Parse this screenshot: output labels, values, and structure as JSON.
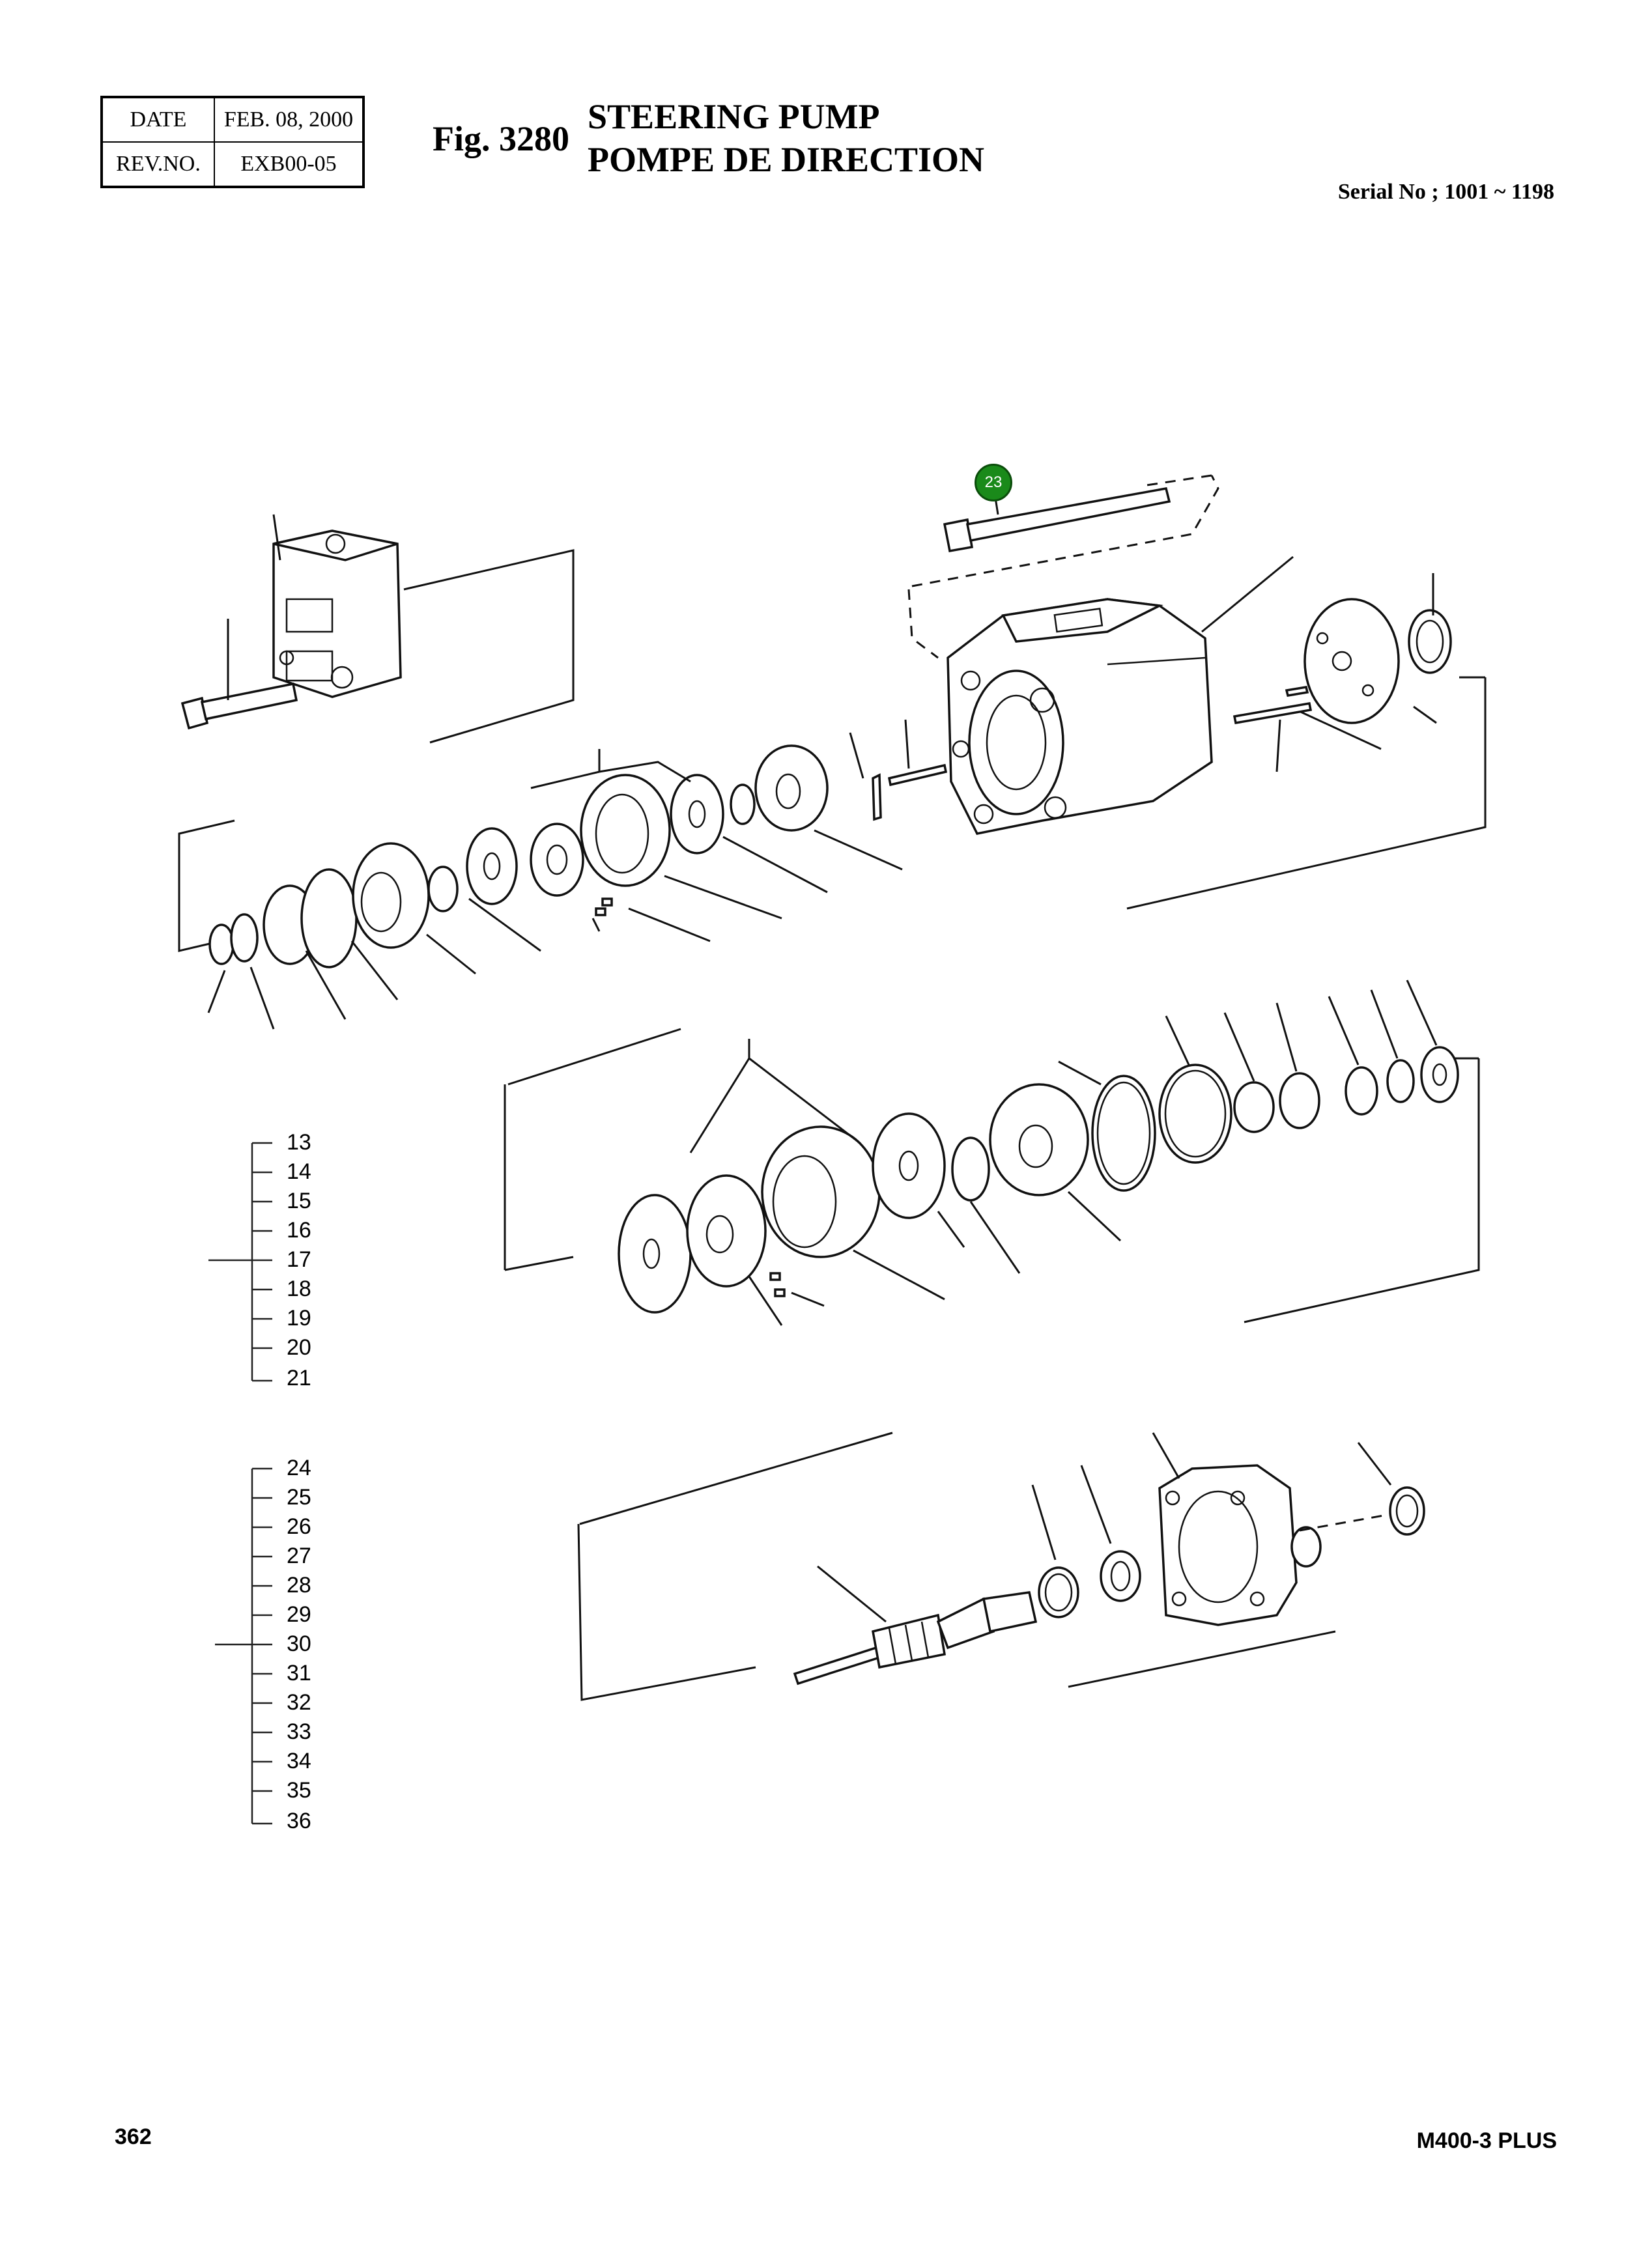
{
  "header": {
    "date_label": "DATE",
    "date_value": "FEB. 08, 2000",
    "rev_label": "REV.NO.",
    "rev_value": "EXB00-05",
    "fig_number": "Fig. 3280",
    "title_en": "STEERING PUMP",
    "title_fr": "POMPE DE DIRECTION",
    "serial": "Serial No ; 1001 ~ 1198"
  },
  "callout": {
    "number": "23",
    "color": "#1a8a1a"
  },
  "brackets": {
    "group_a": [
      "13",
      "14",
      "15",
      "16",
      "17",
      "18",
      "19",
      "20",
      "21"
    ],
    "group_b": [
      "24",
      "25",
      "26",
      "27",
      "28",
      "29",
      "30",
      "31",
      "32",
      "33",
      "34",
      "35",
      "36"
    ]
  },
  "footer": {
    "page_number": "362",
    "model": "M400-3 PLUS"
  }
}
